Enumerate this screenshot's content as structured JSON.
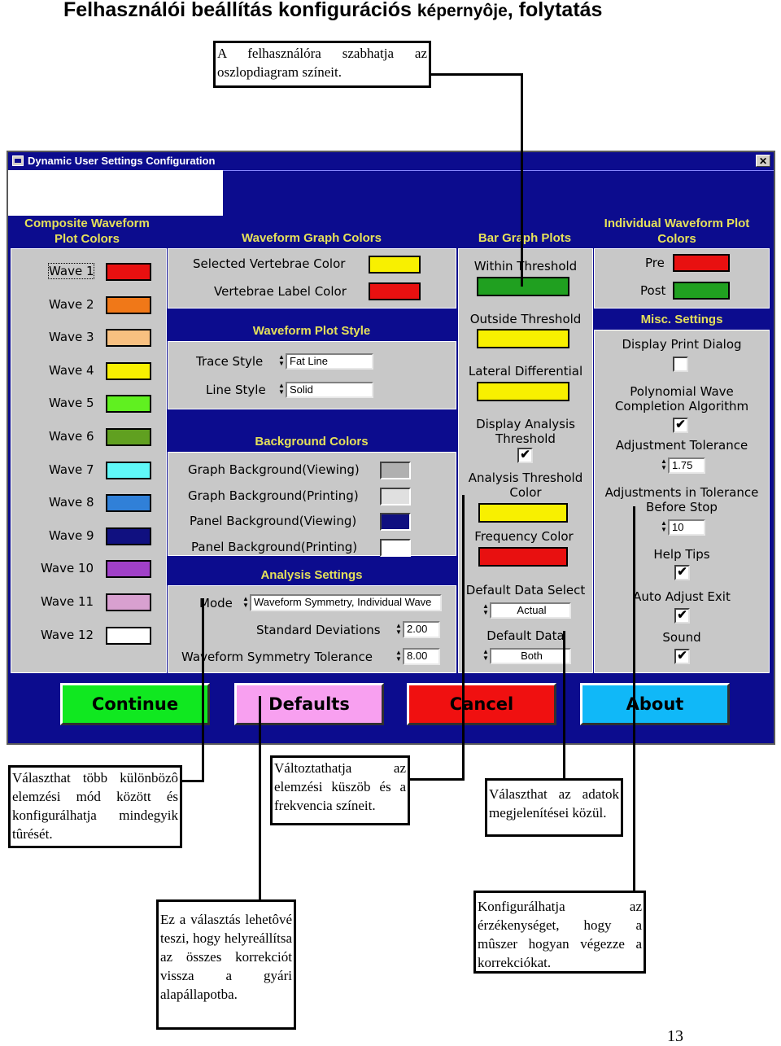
{
  "heading": {
    "main": "Felhasználói beállítás konfigurációs",
    "small": "képernyôje",
    "rest": ", folytatás"
  },
  "callouts": {
    "top": "A felhasználóra szabhatja az oszlopdiagram színeit.",
    "mode": "Választhat több különbözô elemzési mód között és konfigurálhatja mindegyik tûrését.",
    "threshold": "Változtathatja az elemzési küszöb és a frekvencia színeit.",
    "data": "Választhat az adatok megjelenítései közül.",
    "defaults": "Ez a választás lehetôvé teszi, hogy helyreállítsa az összes korrekciót vissza a gyári alapállapotba.",
    "tolerance": "Konfigurálhatja az érzékenységet, hogy a mûszer hogyan végezze a korrekciókat."
  },
  "window": {
    "title": "Dynamic User Settings Configuration",
    "close_glyph": "✕",
    "composite": {
      "title": "Composite Waveform Plot Colors",
      "waves": [
        {
          "label": "Wave 1",
          "color": "#e81010"
        },
        {
          "label": "Wave 2",
          "color": "#f07818"
        },
        {
          "label": "Wave 3",
          "color": "#f8c080"
        },
        {
          "label": "Wave 4",
          "color": "#f8f000"
        },
        {
          "label": "Wave 5",
          "color": "#60f020"
        },
        {
          "label": "Wave 6",
          "color": "#60a020"
        },
        {
          "label": "Wave 7",
          "color": "#60f8f8"
        },
        {
          "label": "Wave 8",
          "color": "#3080d8"
        },
        {
          "label": "Wave 9",
          "color": "#101080"
        },
        {
          "label": "Wave 10",
          "color": "#a040c8"
        },
        {
          "label": "Wave 11",
          "color": "#d8a0d0"
        },
        {
          "label": "Wave 12",
          "color": "#ffffff"
        }
      ]
    },
    "graph_colors": {
      "title": "Waveform Graph Colors",
      "selected_vertebrae_label": "Selected Vertebrae Color",
      "selected_vertebrae_color": "#f8f000",
      "vertebrae_label_label": "Vertebrae Label Color",
      "vertebrae_label_color": "#e81010"
    },
    "plot_style": {
      "title": "Waveform Plot Style",
      "trace_label": "Trace Style",
      "trace_value": "Fat Line",
      "line_label": "Line Style",
      "line_value": "Solid"
    },
    "background": {
      "title": "Background Colors",
      "items": [
        {
          "label": "Graph Background(Viewing)",
          "color": "#b0b0b0"
        },
        {
          "label": "Graph Background(Printing)",
          "color": "#e0e0e0"
        },
        {
          "label": "Panel Background(Viewing)",
          "color": "#101080"
        },
        {
          "label": "Panel Background(Printing)",
          "color": "#ffffff"
        }
      ]
    },
    "analysis": {
      "title": "Analysis Settings",
      "mode_label": "Mode",
      "mode_value": "Waveform Symmetry, Individual Wave",
      "std_label": "Standard Deviations",
      "std_value": "2.00",
      "tol_label": "Waveform Symmetry Tolerance",
      "tol_value": "8.00"
    },
    "bar_graph": {
      "title": "Bar Graph Plots",
      "within_label": "Within Threshold",
      "within_color": "#20a020",
      "outside_label": "Outside Threshold",
      "outside_color": "#f8f000",
      "lateral_label": "Lateral Differential",
      "lateral_color": "#f8f000",
      "display_analysis_label": "Display Analysis Threshold",
      "display_analysis_check": "✔",
      "analysis_color_label": "Analysis Threshold Color",
      "analysis_color": "#f8f000",
      "frequency_label": "Frequency Color",
      "frequency_color": "#e81010",
      "default_select_label": "Default Data Select",
      "default_select_value": "Actual",
      "default_data_label": "Default Data",
      "default_data_value": "Both"
    },
    "individual": {
      "title": "Individual Waveform Plot Colors",
      "pre_label": "Pre",
      "pre_color": "#e81010",
      "post_label": "Post",
      "post_color": "#20a020"
    },
    "misc": {
      "title": "Misc. Settings",
      "print_label": "Display Print Dialog",
      "print_check": "",
      "poly_label": "Polynomial Wave Completion Algorithm",
      "poly_check": "✔",
      "adj_tol_label": "Adjustment Tolerance",
      "adj_tol_value": "1.75",
      "adj_stop_label": "Adjustments in Tolerance Before Stop",
      "adj_stop_value": "10",
      "help_label": "Help Tips",
      "help_check": "✔",
      "auto_label": "Auto Adjust Exit",
      "auto_check": "✔",
      "sound_label": "Sound",
      "sound_check": "✔"
    },
    "buttons": {
      "continue": "Continue",
      "defaults": "Defaults",
      "cancel": "Cancel",
      "about": "About",
      "continue_color": "#10e820",
      "defaults_color": "#f8a0f0",
      "cancel_color": "#f01010",
      "about_color": "#10b8f8"
    }
  },
  "page_number": "13"
}
